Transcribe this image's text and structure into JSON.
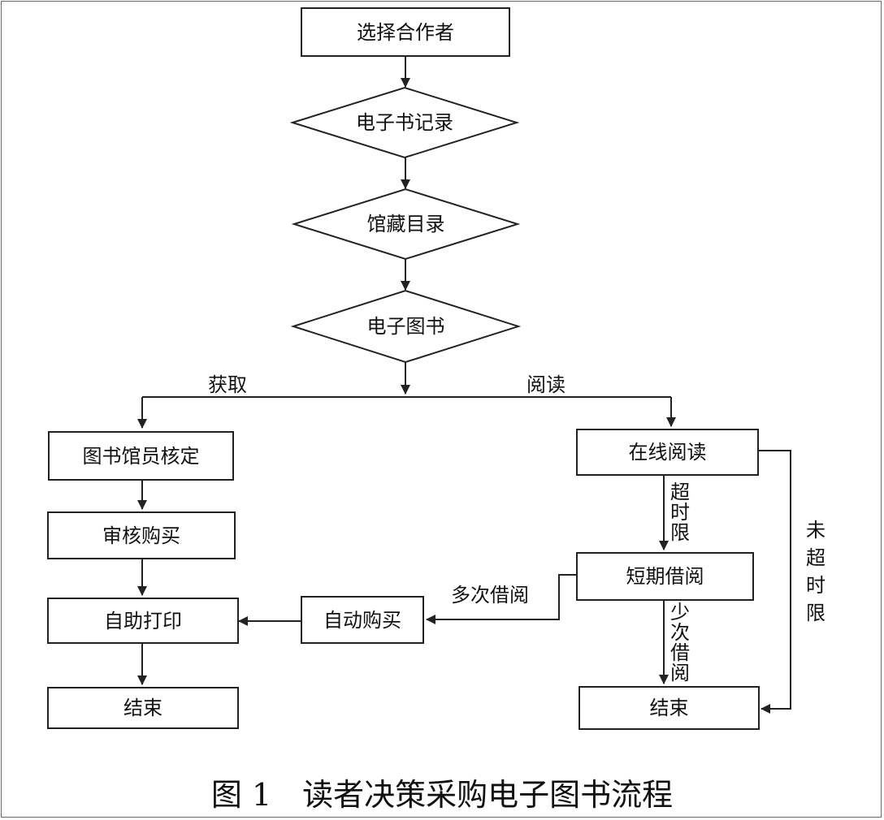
{
  "nodes": {
    "select_partner": "选择合作者",
    "ebook_record": "电子书记录",
    "catalog": "馆藏目录",
    "ebook": "电子图书",
    "librarian_check": "图书馆员核定",
    "review_purchase": "审核购买",
    "self_print": "自助打印",
    "end_left": "结束",
    "online_read": "在线阅读",
    "short_borrow": "短期借阅",
    "auto_purchase": "自动购买",
    "end_right": "结束"
  },
  "edge_labels": {
    "acquire": "获取",
    "read": "阅读",
    "over_limit": [
      "超",
      "时",
      "限"
    ],
    "not_over_limit": [
      "未",
      "超",
      "时",
      "限"
    ],
    "multiple_borrow": "多次借阅",
    "few_borrow": [
      "少",
      "次",
      "借",
      "阅"
    ]
  },
  "caption": "图 1　读者决策采购电子图书流程",
  "colors": {
    "line": "#222222",
    "text": "#111111",
    "frame": "#6a6a6a"
  }
}
